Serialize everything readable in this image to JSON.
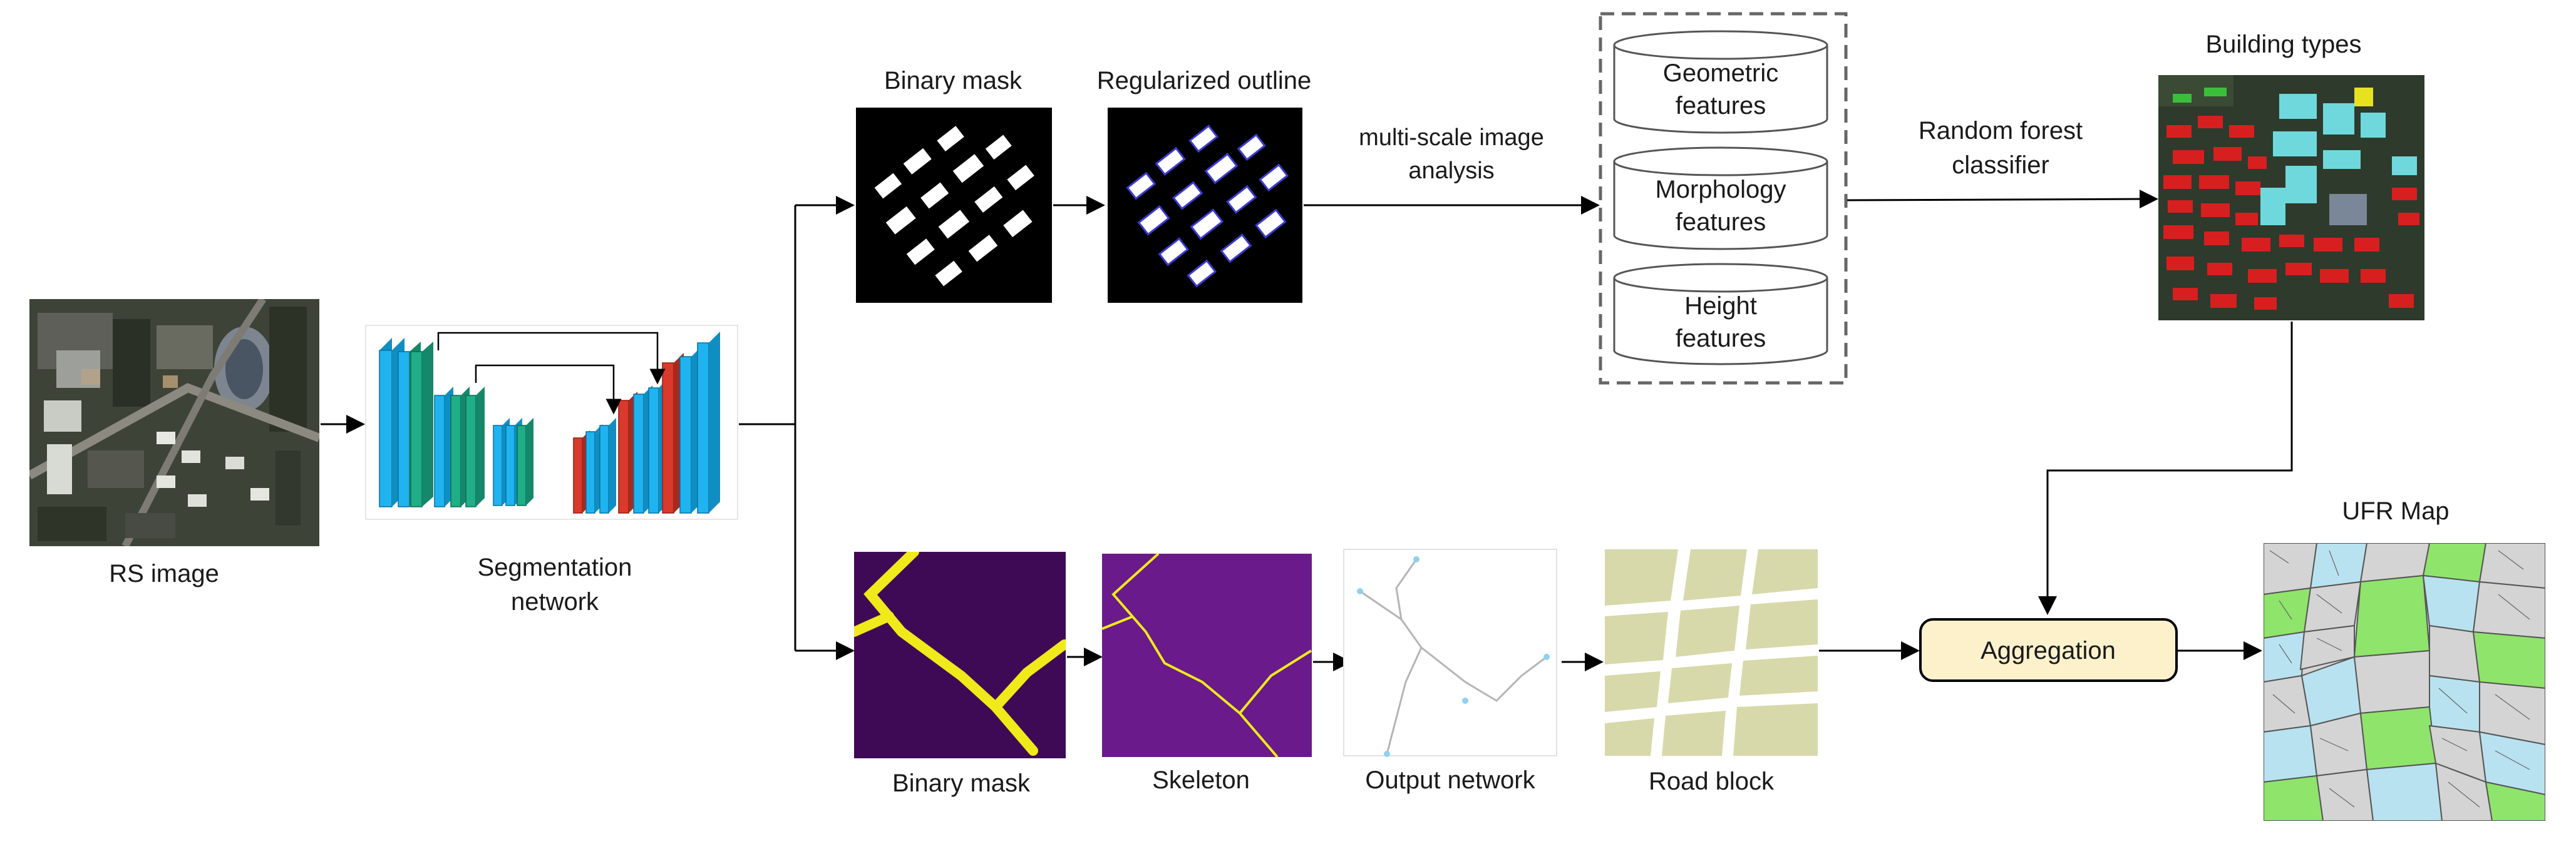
{
  "labels": {
    "rs_image": "RS image",
    "segmentation": [
      "Segmentation",
      "network"
    ],
    "binary_mask_top": "Binary mask",
    "regularized_outline": "Regularized outline",
    "multiscale": [
      "multi-scale image",
      "analysis"
    ],
    "geometric": [
      "Geometric",
      "features"
    ],
    "morphology": [
      "Morphology",
      "features"
    ],
    "height": [
      "Height",
      "features"
    ],
    "random_forest": [
      "Random forest",
      "classifier"
    ],
    "building_types": "Building types",
    "ufr_map": "UFR Map",
    "binary_mask_bottom": "Binary mask",
    "skeleton": "Skeleton",
    "output_network": "Output network",
    "road_block": "Road block",
    "aggregation": "Aggregation"
  },
  "colors": {
    "arrow": "#000000",
    "mask_bg": "#000000",
    "building_white": "#ffffff",
    "outline_blue": "#3b3bd6",
    "cnn_blue": "#1fb4f0",
    "cnn_green": "#1fae86",
    "cnn_red": "#d93a2b",
    "road_bg": "#3f0a55",
    "road_yellow": "#f0ea1a",
    "skeleton_bg": "#6a1a8a",
    "road_block_fill": "#d7d9aa",
    "aggregation_fill": "#fdf1cc",
    "ufr_green": "#8fe46b",
    "ufr_blue": "#b9e2f0",
    "ufr_gray": "#d4d4d4",
    "type_red": "#d81f1f",
    "type_cyan": "#6fd8dc"
  }
}
